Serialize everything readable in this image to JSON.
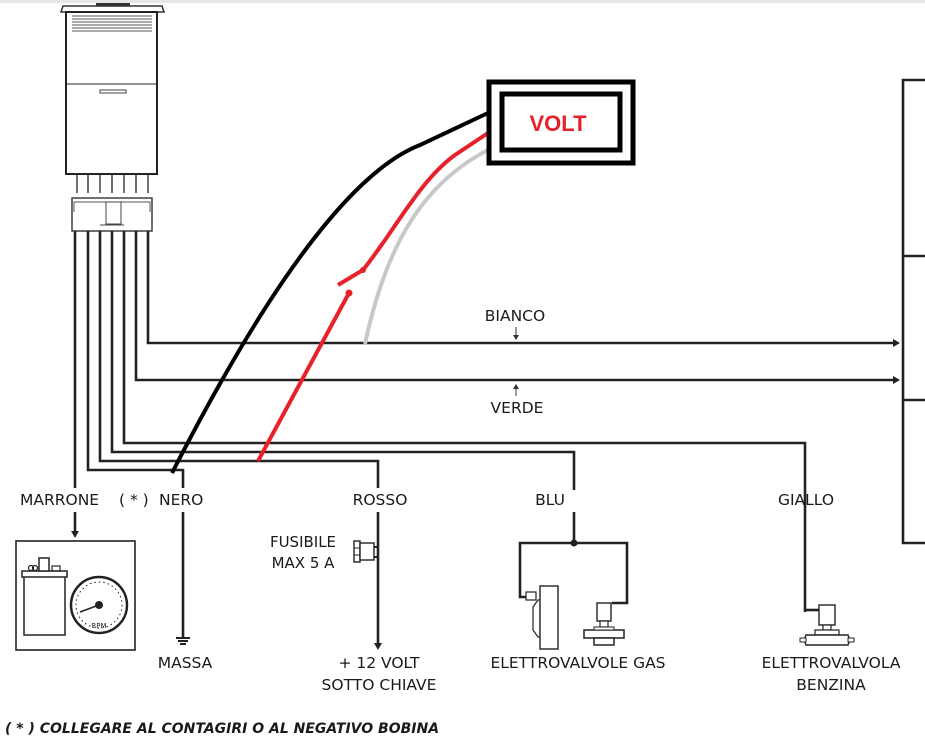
{
  "diagram": {
    "title": "Schema collegamento centralina con voltmetro",
    "volt_box": {
      "label": "VOLT",
      "label_color": "#e8202a"
    },
    "wire_colors": {
      "black": "#000000",
      "red": "#e8202a",
      "gray": "#c8c8c8",
      "line": "#222222"
    },
    "wires": {
      "bianco": "BIANCO",
      "verde": "VERDE",
      "marrone": "MARRONE",
      "asterisk_note_marker": "( * )",
      "nero": "NERO",
      "rosso": "ROSSO",
      "blu": "BLU",
      "giallo": "GIALLO"
    },
    "components": {
      "fuse_line1": "FUSIBILE",
      "fuse_line2": "MAX 5 A",
      "massa": "MASSA",
      "supply_line1": "+ 12 VOLT",
      "supply_line2": "SOTTO CHIAVE",
      "gas_valves": "ELETTROVALVOLE GAS",
      "petrol_valve_line1": "ELETTROVALVOLA",
      "petrol_valve_line2": "BENZINA",
      "tacho_label": "RPM"
    },
    "footnote": "( * ) COLLEGARE AL CONTAGIRI O AL NEGATIVO BOBINA"
  }
}
